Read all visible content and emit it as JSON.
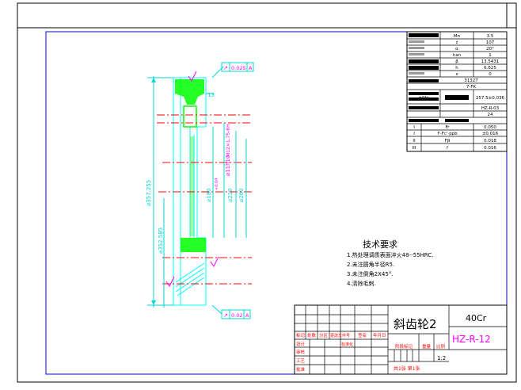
{
  "params": {
    "rows": [
      [
        "",
        "Mn",
        "3.5"
      ],
      [
        "",
        "z",
        "107"
      ],
      [
        "",
        "α",
        "20°"
      ],
      [
        "",
        "han",
        "1"
      ],
      [
        "",
        "β",
        "13.5431"
      ],
      [
        "",
        "h",
        "6.625"
      ],
      [
        "",
        "x",
        "0"
      ]
    ],
    "accuracy_line_1": "31327",
    "accuracy_line_2": "7-FK",
    "pair_tol_label": "±0fa",
    "pair_tol_value": "257.5±0.036",
    "mate_code": "HZ-R-03",
    "mate_teeth": "24",
    "tol_rows": [
      [
        "I",
        "Fr",
        "0.050"
      ],
      [
        "I",
        "f'-Fc'·ppb",
        "±0.016"
      ],
      [
        "II",
        "Fβ",
        "0.018"
      ],
      [
        "III",
        "f",
        "0.016"
      ]
    ]
  },
  "dims": {
    "da": "⌀357.255",
    "df": "⌀352.585",
    "d_bore": "⌀180",
    "d_bore_fit": "+0.04",
    "d_hub": "⌀210",
    "d_web": "⌀260",
    "face": "⌀11h10",
    "hub_len": "M12×1.75-6H",
    "width": "13",
    "runout_top": "0.025",
    "runout_bottom": "0.02",
    "datum": "A"
  },
  "tech_req": {
    "title": "技术要求",
    "items": [
      "1.热处理调质表面淬火48--55HRC.",
      "2.未注圆角半径R5.",
      "3.未注倒角2X45°.",
      "4.清除毛刺."
    ]
  },
  "title_block": {
    "part_name": "斜齿轮2",
    "material": "40Cr",
    "drawing_no": "HZ-R-12",
    "scale": "1:2",
    "sheet": "共1张 第1张",
    "labels": {
      "mark": "标记",
      "count": "处数",
      "zone": "分区",
      "change_doc": "更改文件号",
      "sign": "签名",
      "date": "年月日",
      "design": "设计",
      "standardize": "标准化",
      "check": "审核",
      "process": "工艺",
      "approve": "批准",
      "stage_mark": "阶段标记",
      "weight": "重量",
      "scale": "比例"
    }
  },
  "colors": {
    "frame": "#0000ff",
    "outline": "#00ffff",
    "center": "#ff0000",
    "section": "#00ff00",
    "dim": "#00d7d7",
    "magenta": "#ff00ff",
    "red": "#ff0000"
  }
}
